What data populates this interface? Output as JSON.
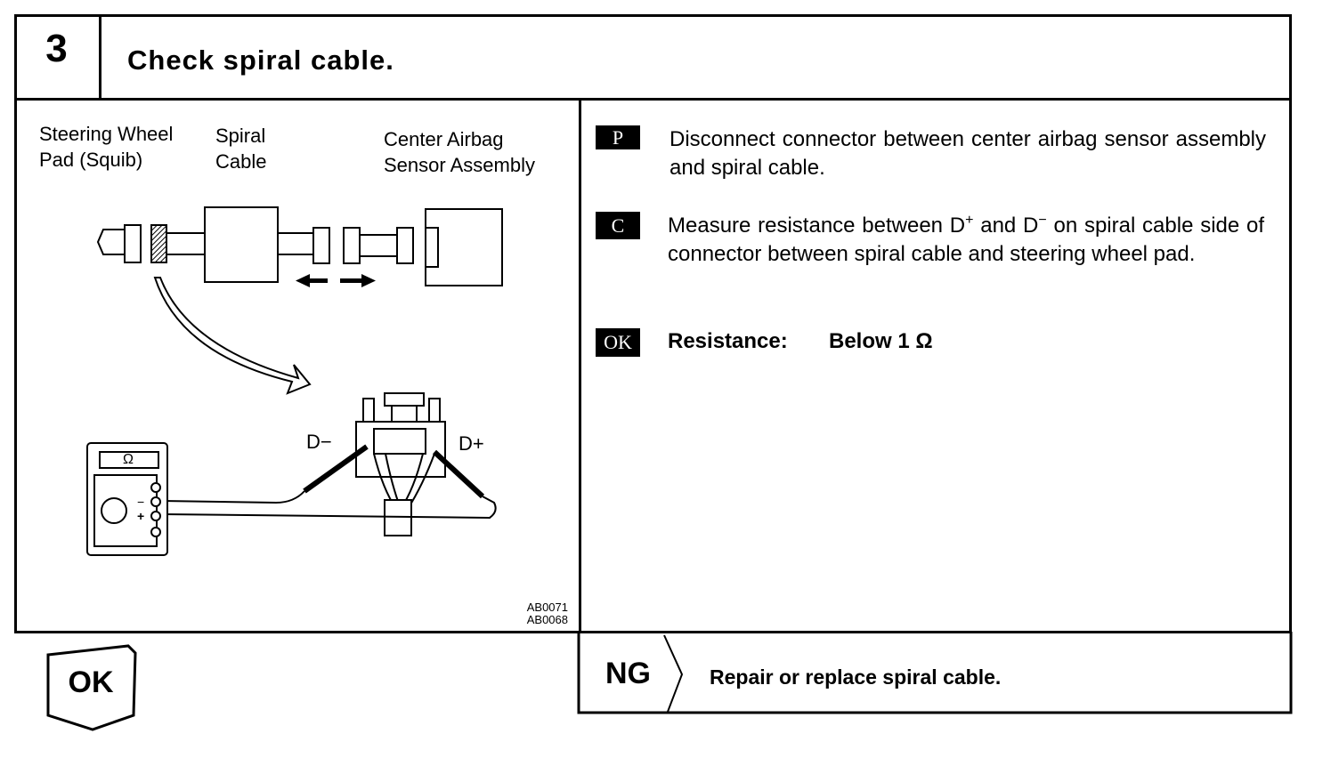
{
  "step": {
    "number": "3",
    "title": "Check spiral cable."
  },
  "diagram": {
    "label_pad_line1": "Steering Wheel",
    "label_pad_line2": "Pad (Squib)",
    "label_spiral_line1": "Spiral",
    "label_spiral_line2": "Cable",
    "label_sensor_line1": "Center Airbag",
    "label_sensor_line2": "Sensor Assembly",
    "terminal_minus": "D−",
    "terminal_plus": "D+",
    "meter_symbol": "Ω",
    "jack_minus": "−",
    "jack_plus": "+",
    "code_1": "AB0071",
    "code_2": "AB0068"
  },
  "instructions": {
    "p_tag": "P",
    "p_text": "Disconnect connector between center airbag sensor assembly and spiral cable.",
    "c_tag": "C",
    "c_text_1": "Measure resistance between D",
    "c_sup_1": "+",
    "c_text_2": " and D",
    "c_sup_2": "−",
    "c_text_3": " on spiral cable side of connector between spiral cable and steering wheel pad.",
    "ok_tag": "OK",
    "ok_label": "Resistance:",
    "ok_value": "Below 1 Ω"
  },
  "results": {
    "ok_label": "OK",
    "ng_label": "NG",
    "ng_text": "Repair or replace spiral cable."
  }
}
